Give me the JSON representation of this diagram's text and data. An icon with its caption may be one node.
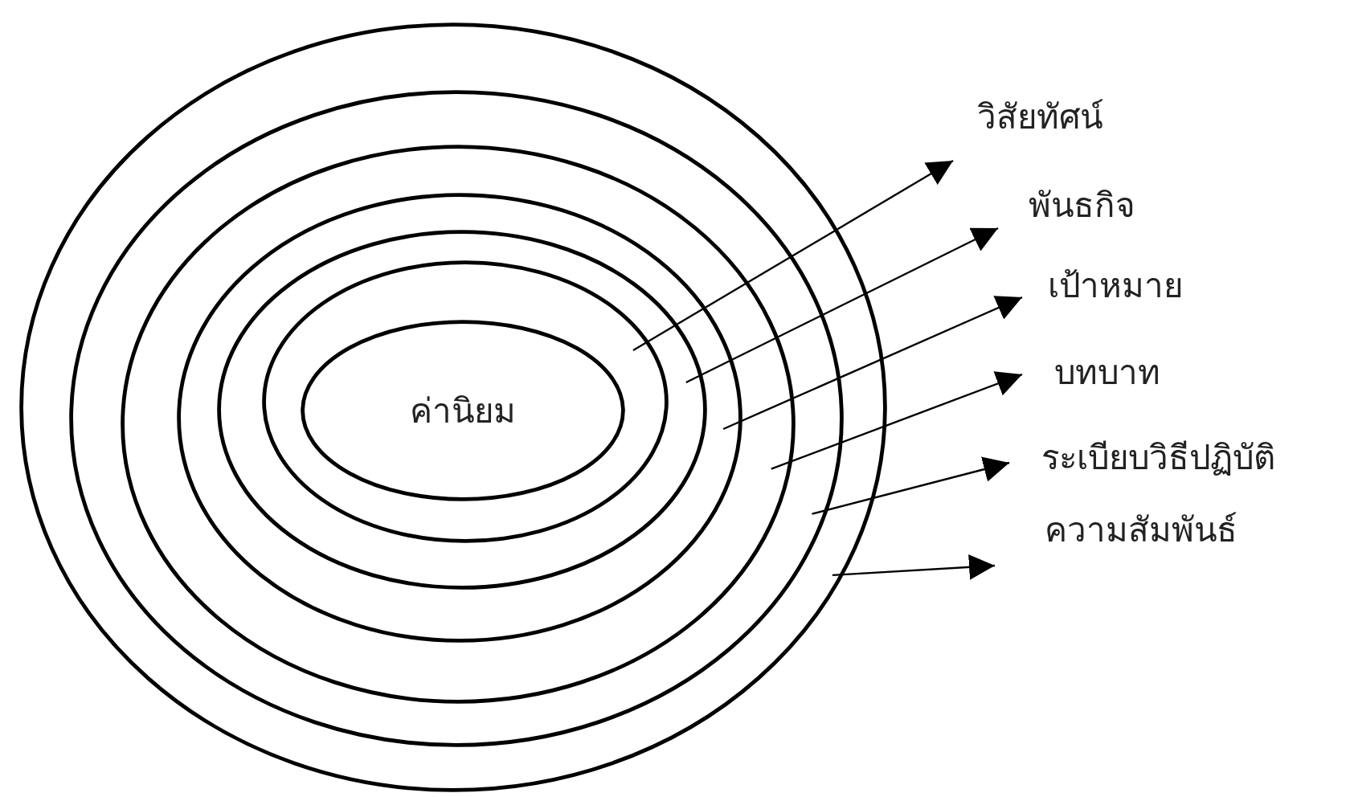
{
  "diagram": {
    "nodes": [
      {
        "text": [],
        "shape": "ellipse"
      },
      {
        "text": [],
        "shape": "ellipse",
        "in": 0
      },
      {
        "text": [],
        "shape": "ellipse",
        "in": 1
      },
      {
        "text": [],
        "shape": "ellipse",
        "in": 2
      },
      {
        "text": [],
        "shape": "ellipse",
        "in": 3
      },
      {
        "text": [],
        "shape": "ellipse",
        "in": 4
      },
      {
        "text": [
          "ค่านิยม"
        ],
        "in": 5
      },
      {
        "text": [
          "วิสัยทัศน์"
        ]
      },
      {
        "text": [
          "พันธกิจ"
        ]
      },
      {
        "text": [
          "เป้าหมาย"
        ]
      },
      {
        "text": [
          "บทบาท"
        ]
      },
      {
        "text": [
          "ระเบียบวิธีปฏิบัติ"
        ]
      },
      {
        "text": [
          "ความสัมพันธ์"
        ]
      }
    ],
    "edges": [
      {
        "from": 5,
        "to": 7,
        "arrow": "to"
      },
      {
        "from": 4,
        "to": 8,
        "arrow": "to"
      },
      {
        "from": 3,
        "to": 9,
        "arrow": "to"
      },
      {
        "from": 2,
        "to": 10,
        "arrow": "to"
      },
      {
        "from": 1,
        "to": 11,
        "arrow": "to"
      },
      {
        "from": 0,
        "to": 12,
        "arrow": "to"
      }
    ]
  }
}
